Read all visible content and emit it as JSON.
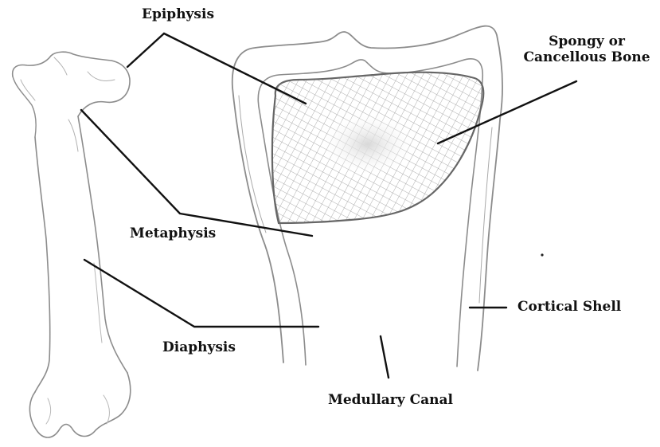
{
  "labels": {
    "epiphysis": "Epiphysis",
    "spongy_line1": "Spongy or",
    "spongy_line2": "Cancellous Bone",
    "metaphysis": "Metaphysis",
    "cortical_shell": "Cortical Shell",
    "diaphysis": "Diaphysis",
    "medullary_canal": "Medullary Canal"
  },
  "colors": {
    "pencil": "#8c8c8c",
    "pencil_dark": "#555555",
    "leader": "#111111",
    "hatch": "#9a9a9a"
  }
}
